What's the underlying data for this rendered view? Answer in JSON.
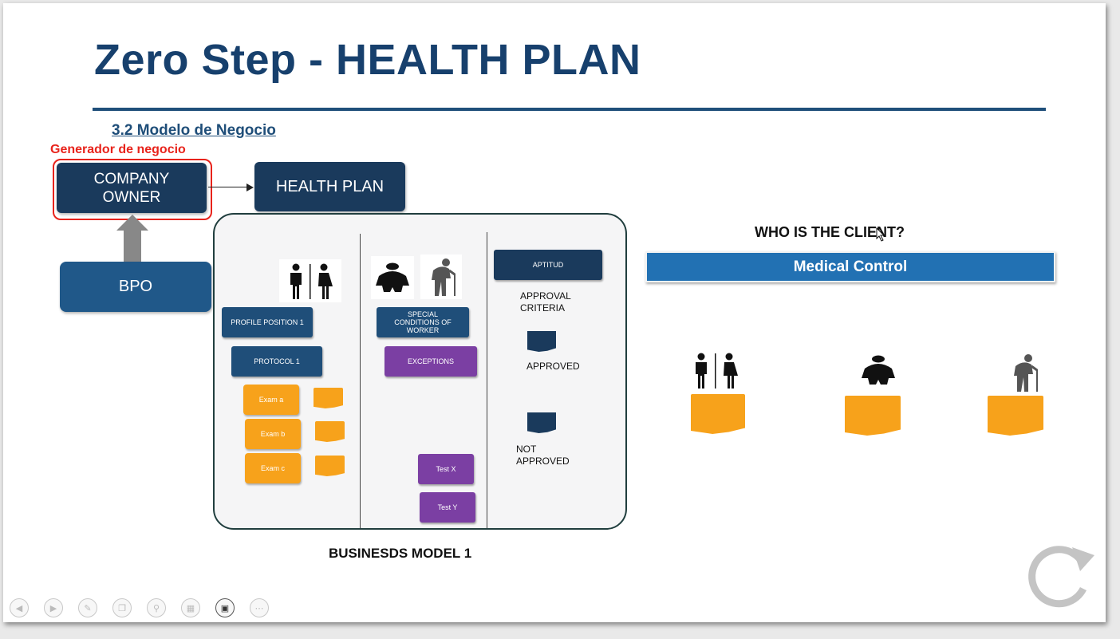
{
  "slide": {
    "title": "Zero Step  -  HEALTH PLAN",
    "subtitle": "3.2  Modelo de Negocio",
    "generator_label": "Generador de negocio",
    "company_owner": "COMPANY OWNER",
    "health_plan": "HEALTH PLAN",
    "bpo": "BPO",
    "model": {
      "col1": {
        "profile_position": "PROFILE POSITION 1",
        "protocol": "PROTOCOL 1",
        "exams": [
          "Exam a",
          "Exam b",
          "Exam c"
        ]
      },
      "col2": {
        "special_conditions": "SPECIAL CONDITIONS OF WORKER",
        "exceptions": "EXCEPTIONS",
        "tests": [
          "Test X",
          "Test Y"
        ]
      },
      "col3": {
        "aptitud": "APTITUD",
        "approval_criteria": "APPROVAL CRITERIA",
        "approved": "APPROVED",
        "not_approved": "NOT APPROVED"
      }
    },
    "model_label": "BUSINESDS MODEL 1",
    "who_label": "WHO IS THE CLIENT?",
    "medical_control": "Medical Control"
  },
  "icons": {
    "people": "man-woman-icon",
    "obese": "obese-person-icon",
    "elderly": "elderly-person-icon",
    "reload": "reload-icon"
  },
  "colors": {
    "title": "#17406d",
    "dark_box": "#1a3a5c",
    "blue_box": "#205889",
    "purple": "#7b3fa3",
    "orange": "#f7a21b",
    "medical_control": "#2271b3",
    "generator": "#e8231b"
  },
  "toolbar": {
    "buttons": [
      "prev-icon",
      "next-icon",
      "pen-icon",
      "copy-icon",
      "zoom-icon",
      "grid-icon",
      "video-icon",
      "more-icon"
    ]
  }
}
